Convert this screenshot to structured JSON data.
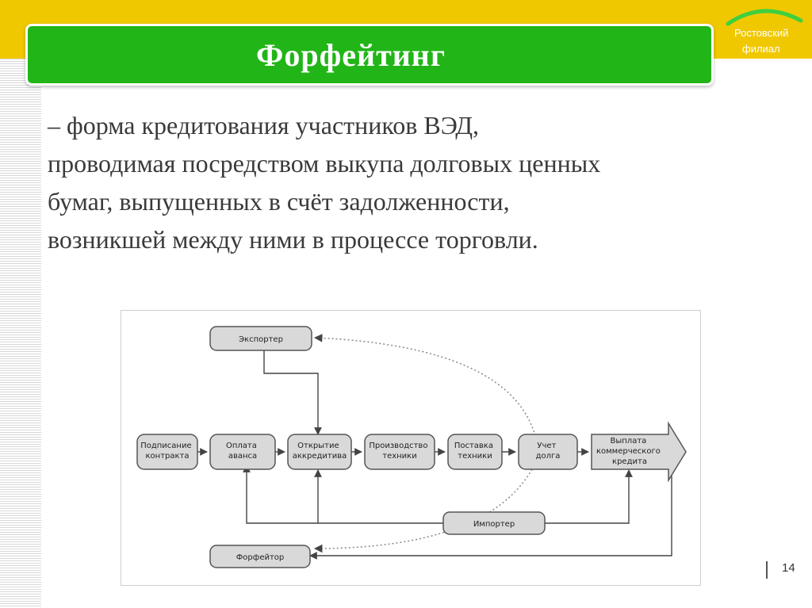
{
  "slide": {
    "title": "Форфейтинг",
    "logo": {
      "line1": "Ростовский",
      "line2": "филиал"
    },
    "definition_lines": [
      "– форма кредитования участников ВЭД,",
      "проводимая посредством выкупа долговых ценных",
      "бумаг, выпущенных в счёт задолженности,",
      "возникшей между ними в процессе торговли."
    ],
    "page_number": "14"
  },
  "diagram": {
    "nodes": {
      "exporter": "Экспортер",
      "signing": [
        "Подписание",
        "контракта"
      ],
      "payment": [
        "Оплата",
        "аванса"
      ],
      "accreditive": [
        "Открытие",
        "аккредитива"
      ],
      "production": [
        "Производство",
        "техники"
      ],
      "delivery": [
        "Поставка",
        "техники"
      ],
      "accounting": [
        "Учет",
        "долга"
      ],
      "credit": [
        "Выплата",
        "коммерческого",
        "кредита"
      ],
      "importer": "Импортер",
      "forfeiter": "Форфейтор"
    }
  },
  "colors": {
    "top_band": "#f0c800",
    "title_bar": "#22b518",
    "node_fill": "#d9d9d9"
  }
}
